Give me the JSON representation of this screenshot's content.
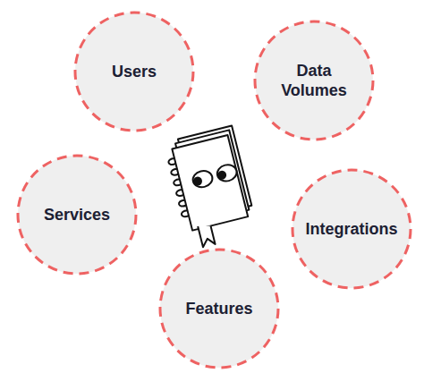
{
  "diagram": {
    "nodes": [
      {
        "text": [
          "Users"
        ]
      },
      {
        "text": [
          "Data Volumes"
        ]
      },
      {
        "text": [
          "Services"
        ]
      },
      {
        "text": [
          "Integrations"
        ]
      },
      {
        "text": [
          "Features"
        ]
      }
    ]
  }
}
